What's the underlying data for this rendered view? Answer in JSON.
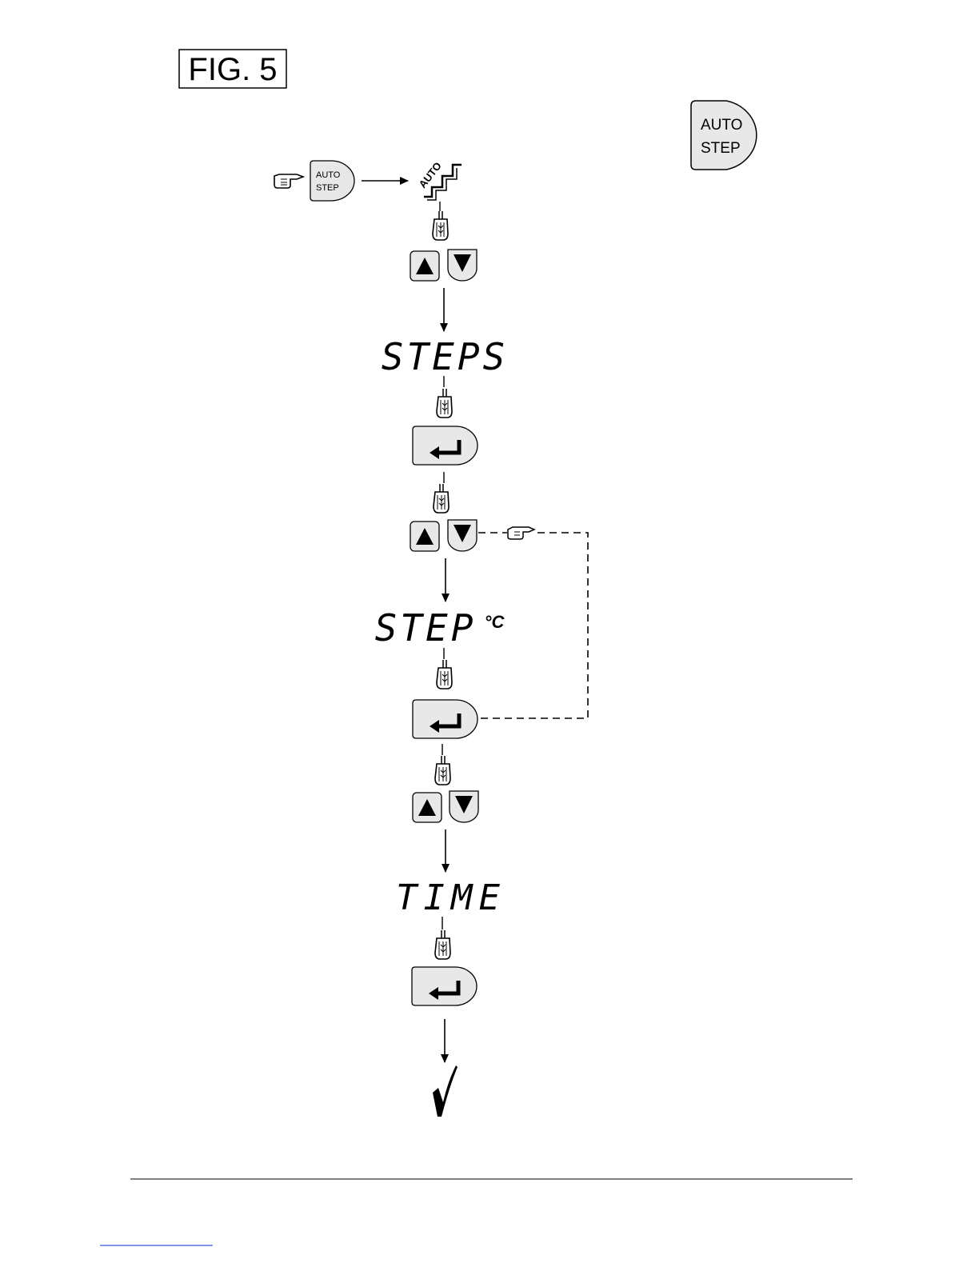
{
  "figure": {
    "title": "FIG. 5"
  },
  "legend_key": {
    "line1": "AUTO",
    "line2": "STEP"
  },
  "auto_step_button": {
    "line1": "AUTO",
    "line2": "STEP"
  },
  "auto_indicator": {
    "label": "AUTO"
  },
  "displays": {
    "steps": "STEPS",
    "step": "STEP",
    "step_unit": "°C",
    "time": "TIME"
  },
  "icons": {
    "start_pointer": "pointing-hand-icon",
    "press": "pressing-hand-icon",
    "up": "up-arrow-button",
    "down": "down-arrow-button",
    "enter": "enter-button",
    "done": "checkmark-icon"
  },
  "colors": {
    "button_fill": "#e8e8e8",
    "line": "#000000",
    "footer_link": "#3b5bdb"
  }
}
